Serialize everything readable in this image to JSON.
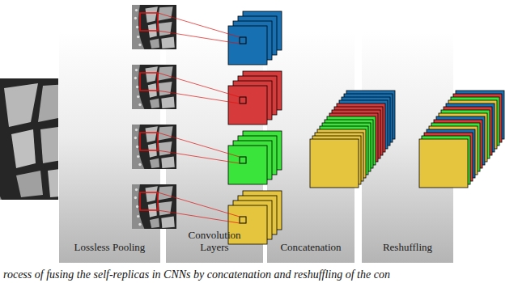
{
  "diagram": {
    "caption": "rocess of fusing the self-replicas in CNNs by concatenation and reshuffling of the con",
    "nodes": [
      {
        "text": [
          "Lossless Pooling"
        ]
      },
      {
        "text": [
          "Convolution Layers"
        ]
      },
      {
        "text": [
          "Concatenation"
        ]
      },
      {
        "text": [
          "Reshuffling"
        ]
      }
    ]
  }
}
